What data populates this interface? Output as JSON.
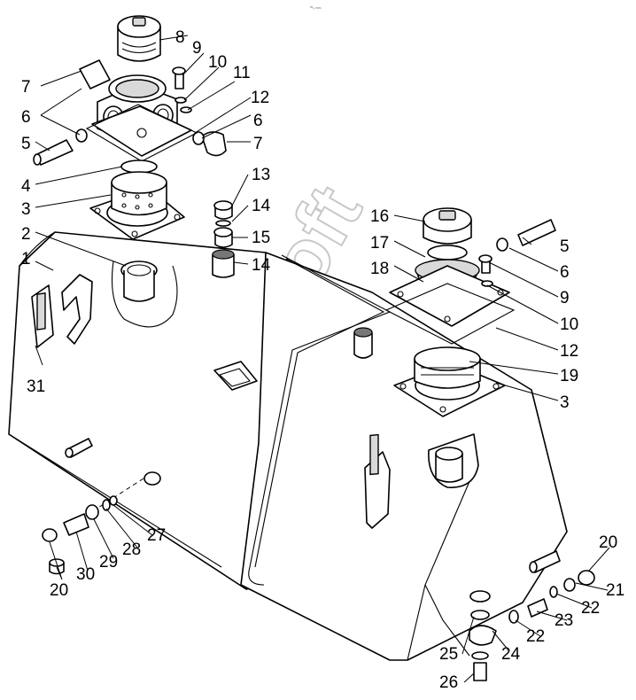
{
  "header_mark": "ᵐ₀ ₘₘ",
  "watermark": "AutoSoft",
  "callouts": [
    {
      "id": "c1",
      "text": "1"
    },
    {
      "id": "c2",
      "text": "2"
    },
    {
      "id": "c3a",
      "text": "3"
    },
    {
      "id": "c3b",
      "text": "3"
    },
    {
      "id": "c4",
      "text": "4"
    },
    {
      "id": "c5a",
      "text": "5"
    },
    {
      "id": "c5b",
      "text": "5"
    },
    {
      "id": "c6a",
      "text": "6"
    },
    {
      "id": "c6b",
      "text": "6"
    },
    {
      "id": "c6c",
      "text": "6"
    },
    {
      "id": "c7a",
      "text": "7"
    },
    {
      "id": "c7b",
      "text": "7"
    },
    {
      "id": "c8",
      "text": "8"
    },
    {
      "id": "c9a",
      "text": "9"
    },
    {
      "id": "c9b",
      "text": "9"
    },
    {
      "id": "c10a",
      "text": "10"
    },
    {
      "id": "c10b",
      "text": "10"
    },
    {
      "id": "c11",
      "text": "11"
    },
    {
      "id": "c12a",
      "text": "12"
    },
    {
      "id": "c12b",
      "text": "12"
    },
    {
      "id": "c13",
      "text": "13"
    },
    {
      "id": "c14a",
      "text": "14"
    },
    {
      "id": "c14b",
      "text": "14"
    },
    {
      "id": "c15",
      "text": "15"
    },
    {
      "id": "c16",
      "text": "16"
    },
    {
      "id": "c17",
      "text": "17"
    },
    {
      "id": "c18",
      "text": "18"
    },
    {
      "id": "c19",
      "text": "19"
    },
    {
      "id": "c20a",
      "text": "20"
    },
    {
      "id": "c20b",
      "text": "20"
    },
    {
      "id": "c21",
      "text": "21"
    },
    {
      "id": "c22a",
      "text": "22"
    },
    {
      "id": "c22b",
      "text": "22"
    },
    {
      "id": "c23",
      "text": "23"
    },
    {
      "id": "c24",
      "text": "24"
    },
    {
      "id": "c25",
      "text": "25"
    },
    {
      "id": "c26",
      "text": "26"
    },
    {
      "id": "c27",
      "text": "27"
    },
    {
      "id": "c28",
      "text": "28"
    },
    {
      "id": "c29",
      "text": "29"
    },
    {
      "id": "c30",
      "text": "30"
    },
    {
      "id": "c31",
      "text": "31"
    }
  ]
}
